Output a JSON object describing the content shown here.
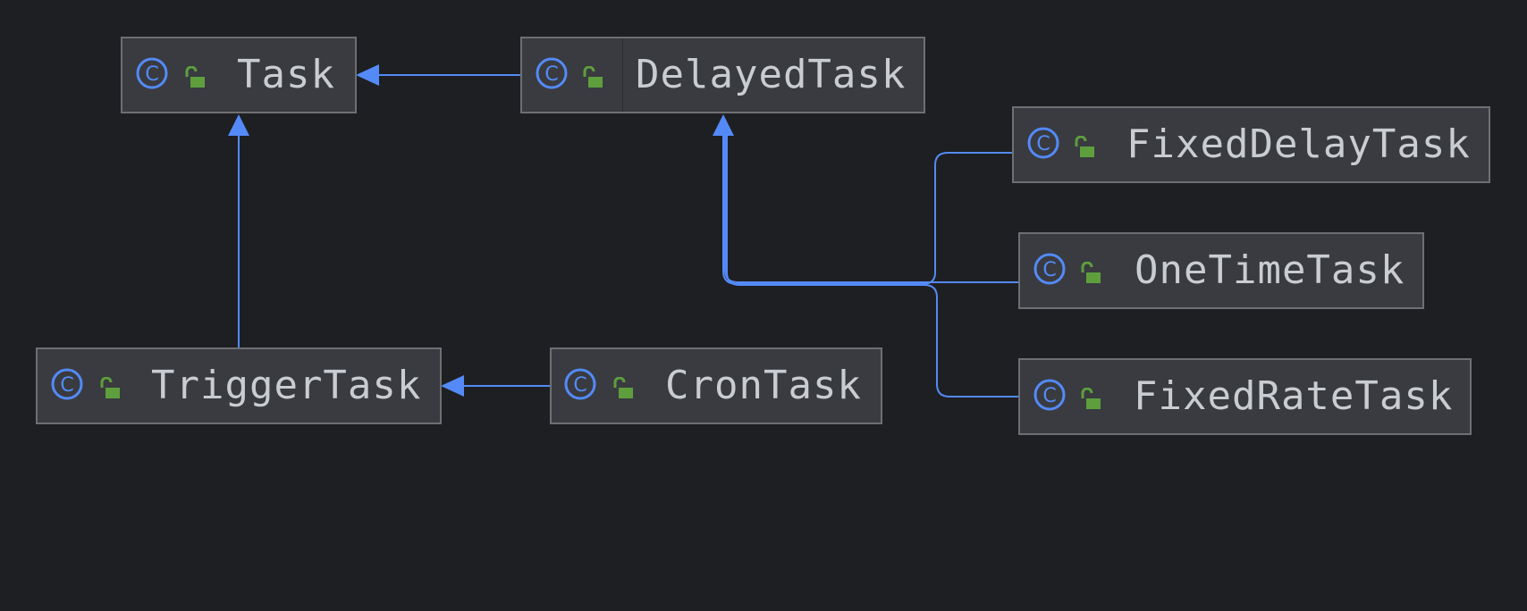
{
  "diagram": {
    "classes": [
      {
        "id": "task",
        "name": "Task"
      },
      {
        "id": "delayed-task",
        "name": "DelayedTask"
      },
      {
        "id": "fixed-delay-task",
        "name": "FixedDelayTask"
      },
      {
        "id": "one-time-task",
        "name": "OneTimeTask"
      },
      {
        "id": "trigger-task",
        "name": "TriggerTask"
      },
      {
        "id": "cron-task",
        "name": "CronTask"
      },
      {
        "id": "fixed-rate-task",
        "name": "FixedRateTask"
      }
    ],
    "inheritance": [
      {
        "child": "delayed-task",
        "parent": "task"
      },
      {
        "child": "trigger-task",
        "parent": "task"
      },
      {
        "child": "cron-task",
        "parent": "trigger-task"
      },
      {
        "child": "fixed-delay-task",
        "parent": "delayed-task"
      },
      {
        "child": "one-time-task",
        "parent": "delayed-task"
      },
      {
        "child": "fixed-rate-task",
        "parent": "delayed-task"
      }
    ],
    "colors": {
      "background": "#1e1f22",
      "node_fill": "#393b40",
      "node_border": "#6e6f73",
      "text": "#c9ccd1",
      "edge": "#548af7",
      "class_icon": "#548af7",
      "lock_icon": "#5e9e3d"
    },
    "icons": {
      "class": "class-c-icon",
      "visibility": "public-lock-icon"
    }
  }
}
